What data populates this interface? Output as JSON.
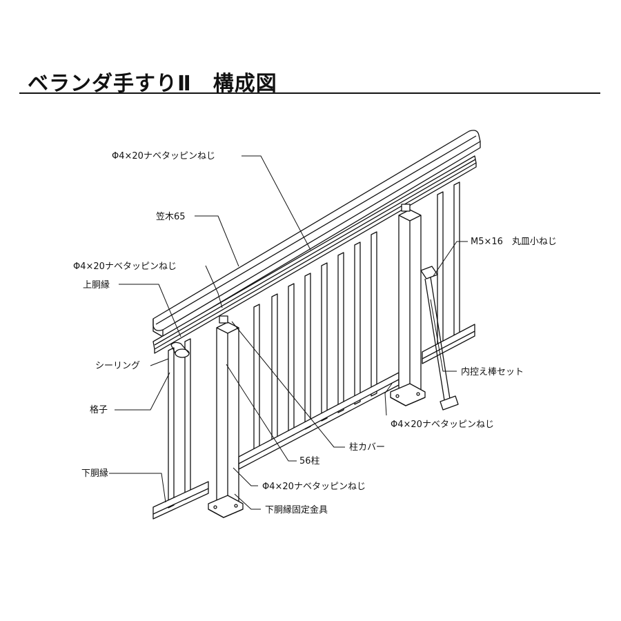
{
  "title": "ベランダ手すりⅡ　構成図",
  "labels": {
    "screw_top": "Φ4×20ナベタッピンねじ",
    "kasagi": "笠木65",
    "screw_upper": "Φ4×20ナベタッピンねじ",
    "upper_rail": "上胴縁",
    "sealing": "シーリング",
    "baluster": "格子",
    "lower_rail": "下胴縁",
    "m5_screw": "M5×16　丸皿小ねじ",
    "brace_set": "内控え棒セット",
    "screw_right": "Φ4×20ナベタッピンねじ",
    "post_cover": "柱カバー",
    "post56": "56柱",
    "screw_lower": "Φ4×20ナベタッピンねじ",
    "lower_bracket": "下胴縁固定金具"
  }
}
